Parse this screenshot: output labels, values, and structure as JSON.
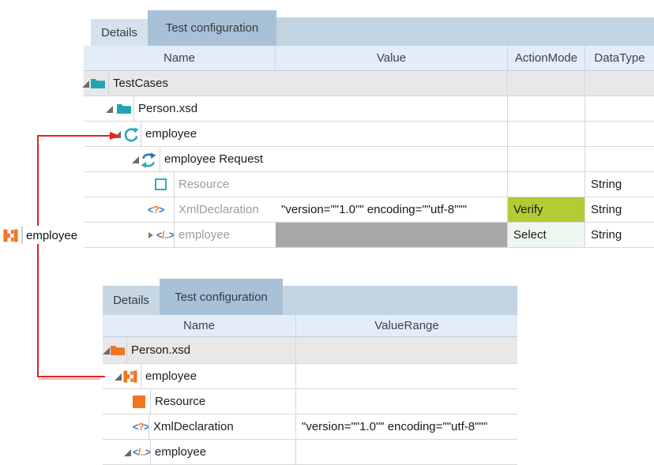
{
  "connector_label": {
    "text": "employee"
  },
  "top_panel": {
    "tabs": {
      "details": "Details",
      "test_configuration": "Test configuration"
    },
    "columns": {
      "name": "Name",
      "value": "Value",
      "action_mode": "ActionMode",
      "data_type": "DataType"
    },
    "rows": [
      {
        "name": "TestCases"
      },
      {
        "name": "Person.xsd"
      },
      {
        "name": "employee"
      },
      {
        "name": "employee Request"
      },
      {
        "name": "Resource",
        "data_type": "String"
      },
      {
        "name": "XmlDeclaration",
        "value": "\"version=\"\"1.0\"\" encoding=\"\"utf-8\"\"\"",
        "action_mode": "Verify",
        "data_type": "String"
      },
      {
        "name": "employee",
        "action_mode": "Select",
        "data_type": "String"
      }
    ]
  },
  "bottom_panel": {
    "tabs": {
      "details": "Details",
      "test_configuration": "Test configuration"
    },
    "columns": {
      "name": "Name",
      "value_range": "ValueRange"
    },
    "rows": [
      {
        "name": "Person.xsd"
      },
      {
        "name": "employee"
      },
      {
        "name": "Resource"
      },
      {
        "name": "XmlDeclaration",
        "value_range": "\"version=\"\"1.0\"\" encoding=\"\"utf-8\"\"\""
      },
      {
        "name": "employee"
      }
    ]
  },
  "colors": {
    "accent_teal": "#2fa8b5",
    "accent_blue": "#2e75b6",
    "accent_orange": "#ee7623",
    "verify_bg": "#b4cb34",
    "select_bg": "#edf6ef",
    "disabled_value_bg": "#a8a8a8",
    "arrow_red": "#e42320",
    "selected_tab_bg": "#a9c1d7",
    "header_bg": "#e3edf7"
  }
}
